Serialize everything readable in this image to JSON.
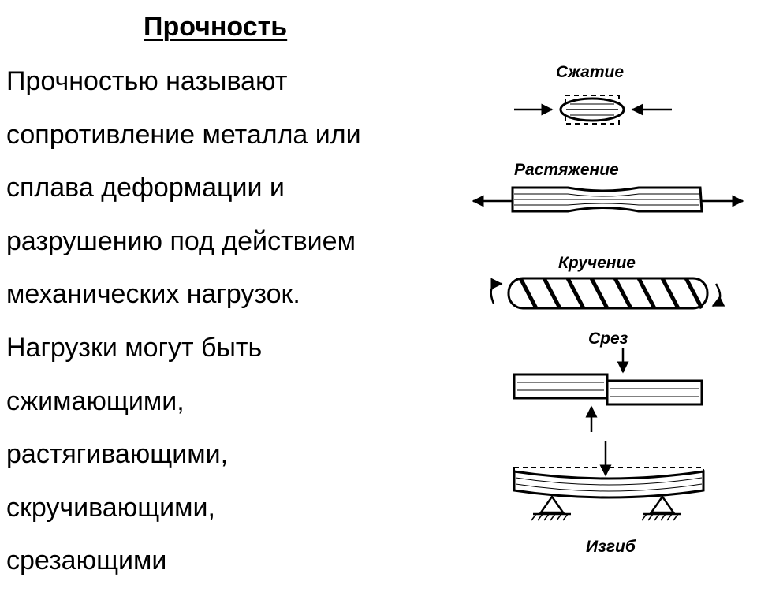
{
  "title": "Прочность",
  "lines": [
    "Прочностью называют",
    "сопротивление металла или",
    "сплава деформации и",
    "разрушению под действием",
    "механических нагрузок.",
    "Нагрузки могут быть",
    "сжимающими,",
    "растягивающими,",
    "скручивающими,",
    "срезающими"
  ],
  "figure": {
    "compression": "Сжатие",
    "tension": "Растяжение",
    "torsion": "Кручение",
    "shear": "Срез",
    "bending": "Изгиб"
  }
}
